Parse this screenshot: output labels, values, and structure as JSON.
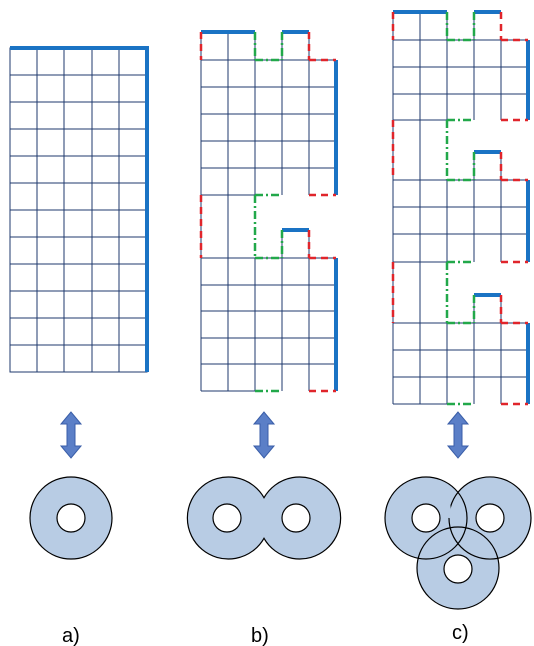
{
  "figure": {
    "panels": [
      {
        "id": "a",
        "label": "a)",
        "grid_blocks": 1,
        "genus": 1
      },
      {
        "id": "b",
        "label": "b)",
        "grid_blocks": 2,
        "genus": 2
      },
      {
        "id": "c",
        "label": "c)",
        "grid_blocks": 3,
        "genus": 3
      }
    ],
    "colors": {
      "grid_line": "#1f3a6e",
      "boundary_solid": "#1a73c4",
      "boundary_red_dashed": "#e0252b",
      "boundary_green_dashdot": "#22a84a",
      "surface_fill": "#b8cce4",
      "surface_stroke": "#000000",
      "arrow_fill": "#5b7fc7"
    }
  }
}
